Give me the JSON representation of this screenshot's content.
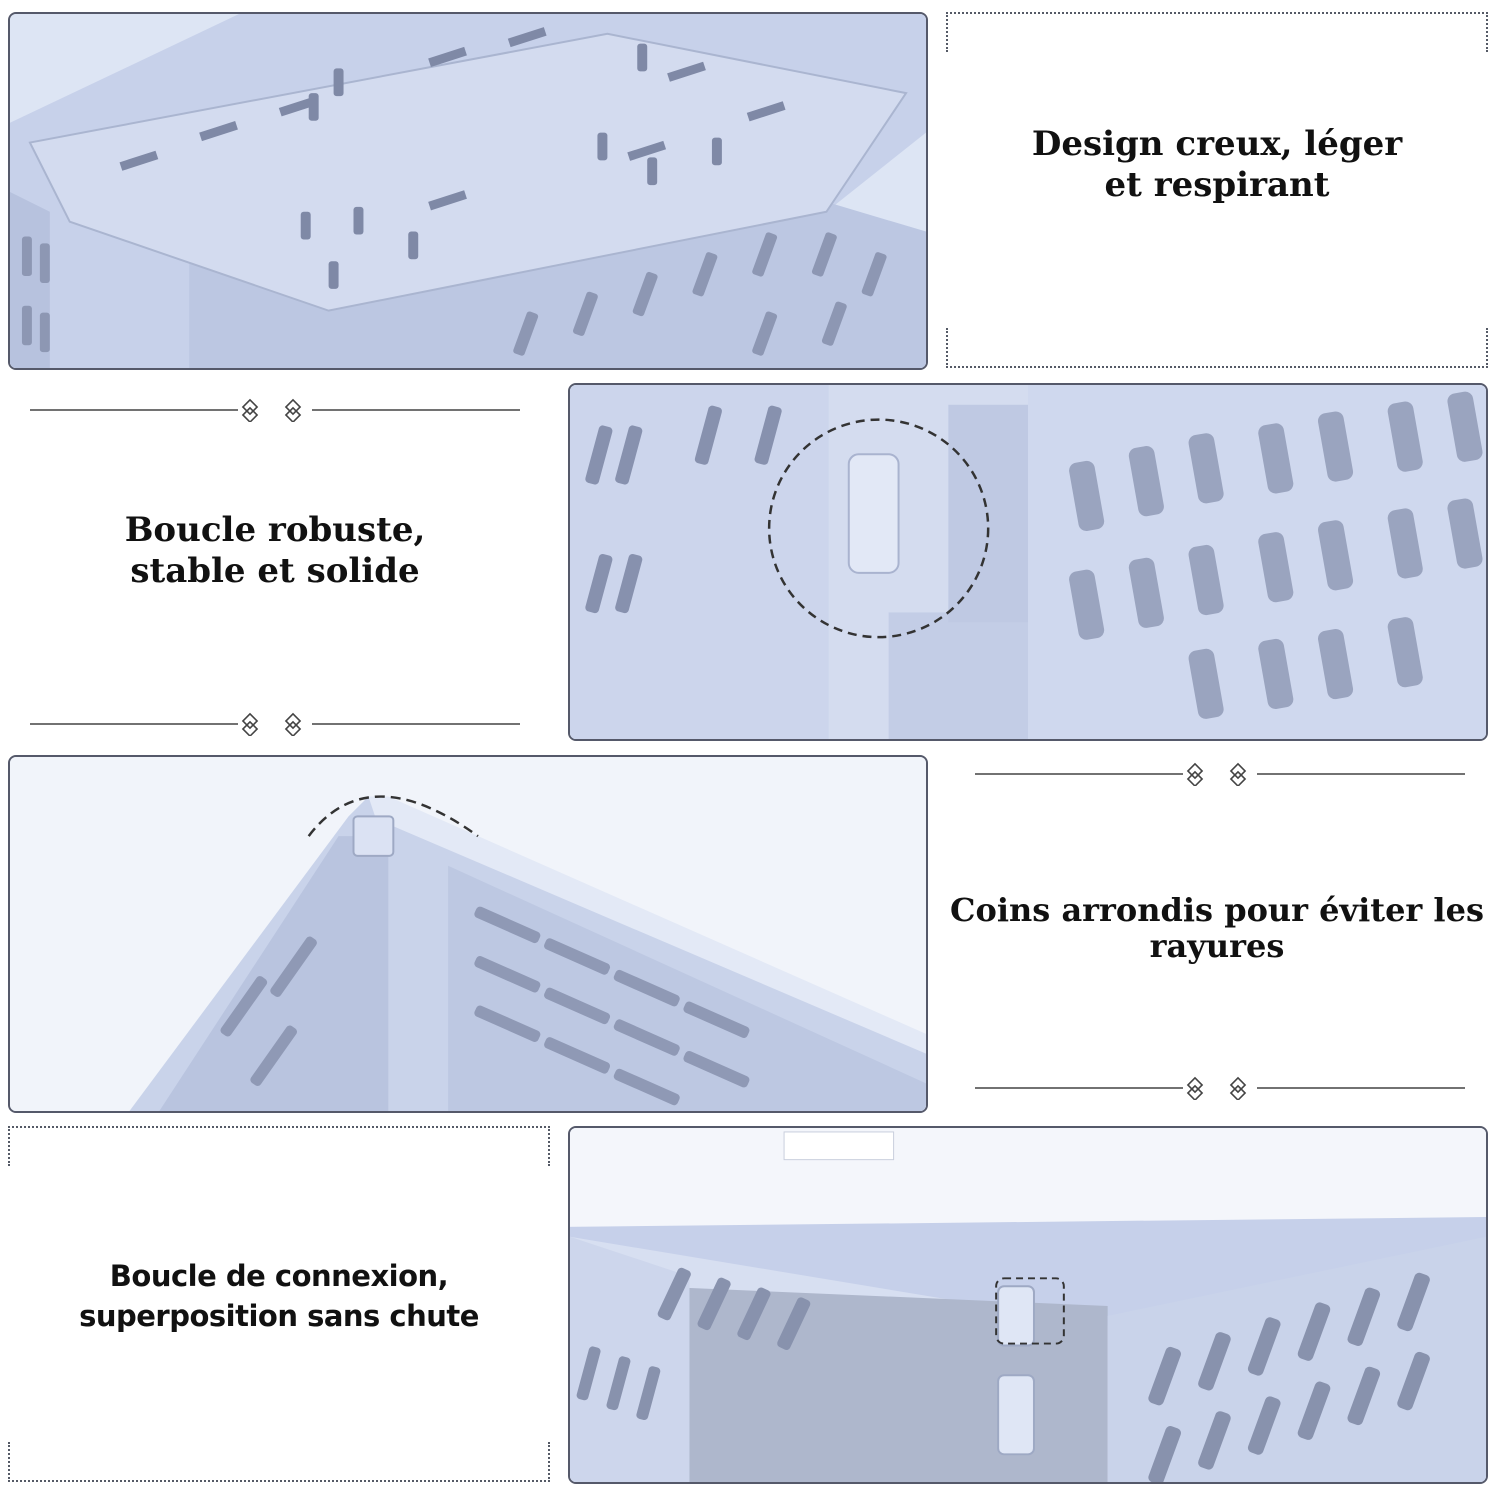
{
  "features": [
    {
      "caption_line1": "Design creux, léger",
      "caption_line2": "et respirant"
    },
    {
      "caption_line1": "Boucle robuste,",
      "caption_line2": "stable et solide"
    },
    {
      "caption_line1": "Coins arrondis pour éviter les",
      "caption_line2": "rayures"
    },
    {
      "caption_line1": "Boucle de connexion,",
      "caption_line2": "superposition sans chute"
    }
  ],
  "colors": {
    "crate": "#c9d3ea",
    "crate_shadow": "#9ea9c4",
    "border": "#55596a",
    "text": "#111111"
  },
  "icons": [
    "diamond-knot-ornament-icon"
  ]
}
